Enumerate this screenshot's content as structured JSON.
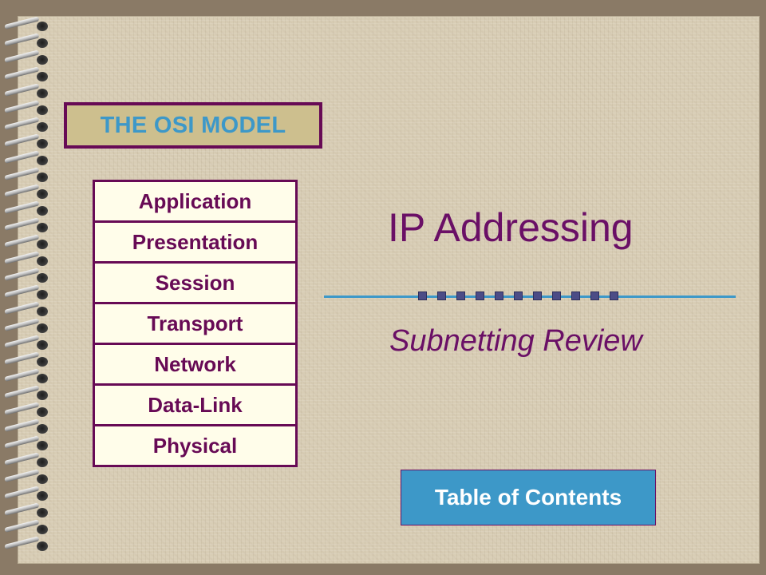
{
  "osi_model": {
    "title": "THE OSI MODEL",
    "layers": [
      {
        "label": "Application"
      },
      {
        "label": "Presentation"
      },
      {
        "label": "Session"
      },
      {
        "label": "Transport"
      },
      {
        "label": "Network"
      },
      {
        "label": "Data-Link"
      },
      {
        "label": "Physical"
      }
    ]
  },
  "slide": {
    "title": "IP Addressing",
    "subtitle": "Subnetting Review",
    "toc_button_label": "Table of Contents"
  },
  "colors": {
    "accent_blue": "#3d98c8",
    "plum": "#670a55",
    "paper": "#d8cdb5",
    "layer_fill": "#fffdea",
    "title_box_fill": "#cdbf8e"
  },
  "icons": {
    "binding": "spiral-binding-icon",
    "divider_marks": "square-dot-icon"
  }
}
